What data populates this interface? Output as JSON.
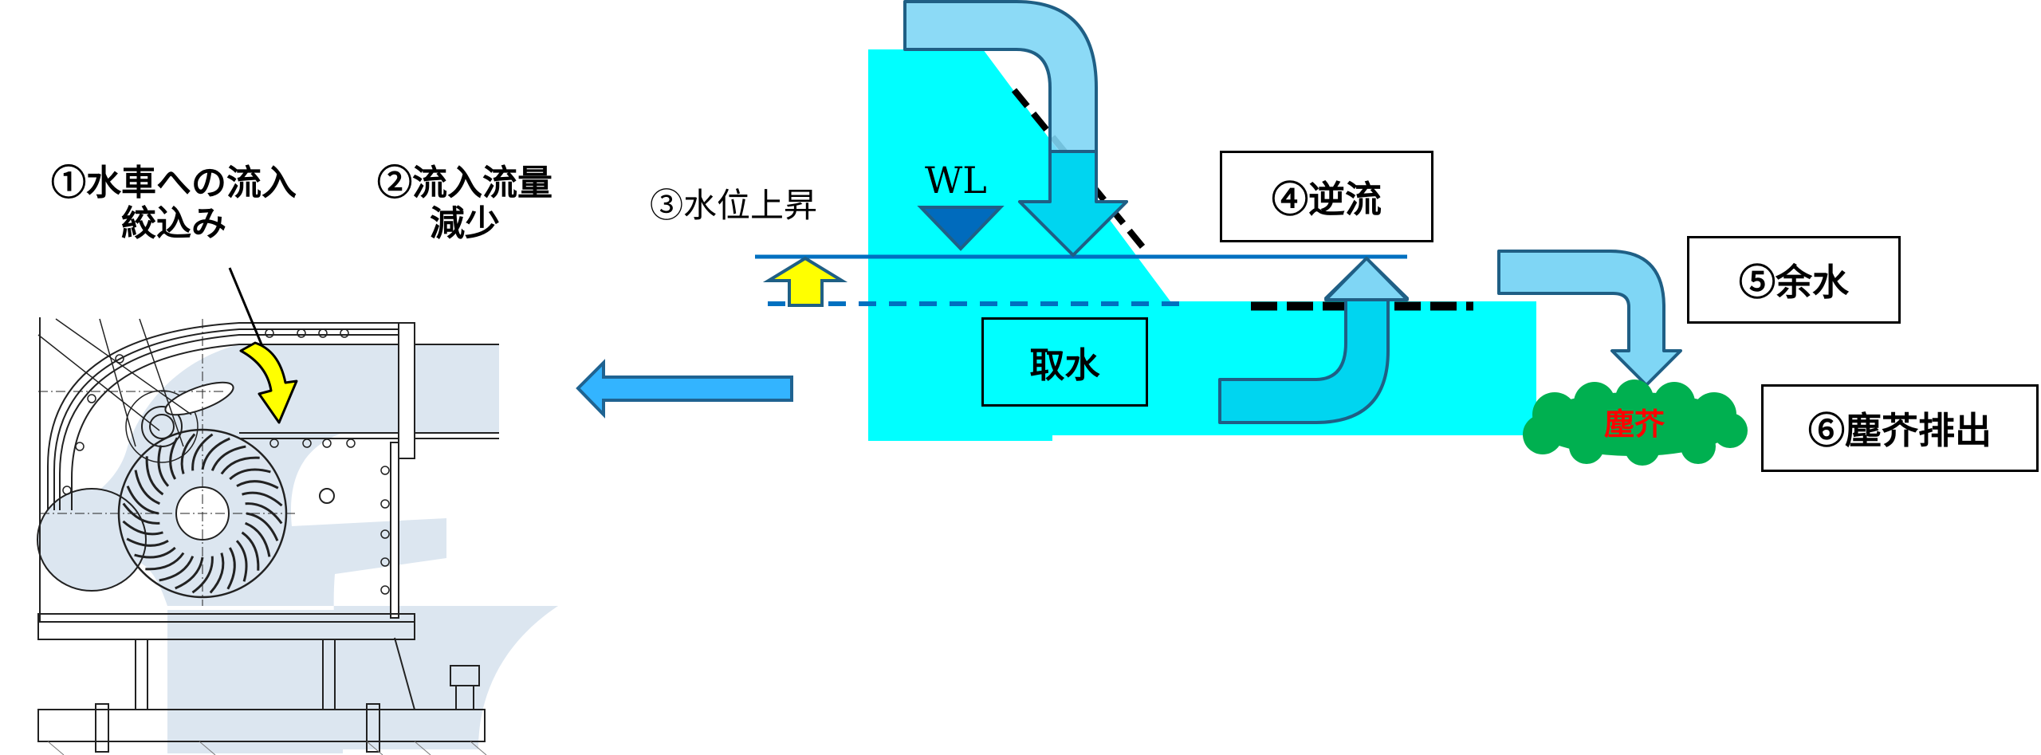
{
  "labels": {
    "step1_line1": "①水車への流入",
    "step1_line2": "絞込み",
    "step2_line1": "②流入流量",
    "step2_line2": "減少",
    "step3": "③水位上昇",
    "step4": "④逆流",
    "step5": "⑤余水",
    "step6": "⑥塵芥排出",
    "intake": "取水",
    "water_level": "WL",
    "debris": "塵芥"
  },
  "colors": {
    "water": "#00FFFF",
    "water_dark": "#00D5F0",
    "arrow_light": "#7FD6F5",
    "arrow_stroke": "#1F5F85",
    "wl_line": "#0070C0",
    "wl_triangle": "#006BBD",
    "outflow_arrow": "#33B4FF",
    "rise_arrow": "#FFFF00",
    "debris_cloud": "#00B050",
    "debris_text": "#FF0000",
    "drawing_water": "#DCE6F0"
  }
}
